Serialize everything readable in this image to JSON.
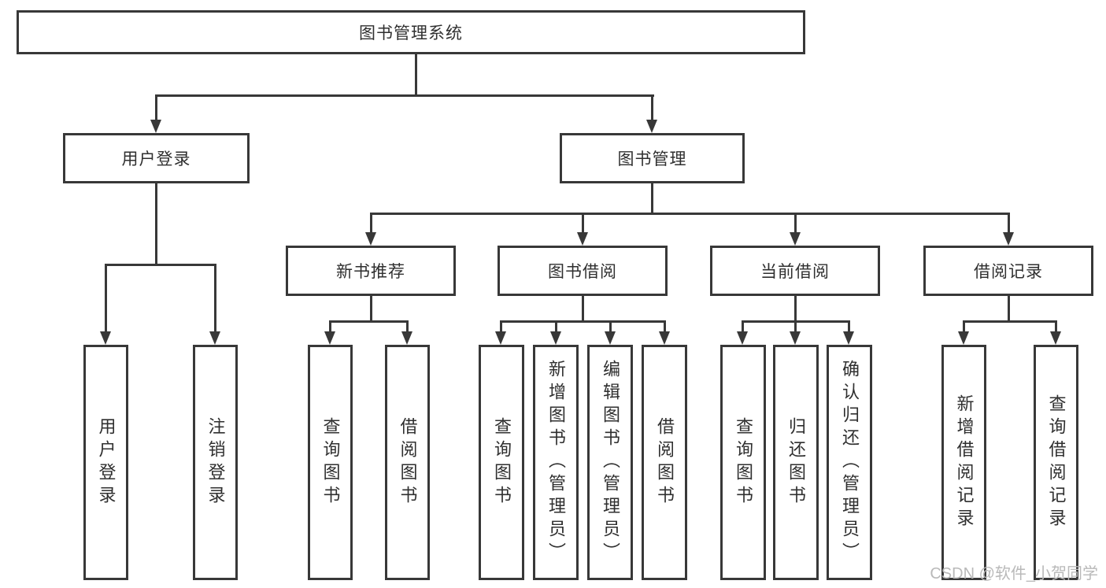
{
  "colors": {
    "line": "#383838",
    "box_border": "#383838",
    "text": "#2f2f2f",
    "watermark": "#b9b9b9",
    "background": "#ffffff"
  },
  "tree": {
    "root": {
      "label": "图书管理系统"
    },
    "branches": [
      {
        "label": "用户登录",
        "leaves": [
          {
            "label": "用户登录"
          },
          {
            "label": "注销登录"
          }
        ]
      },
      {
        "label": "图书管理",
        "children": [
          {
            "label": "新书推荐",
            "leaves": [
              {
                "label": "查询图书"
              },
              {
                "label": "借阅图书"
              }
            ]
          },
          {
            "label": "图书借阅",
            "leaves": [
              {
                "label": "查询图书"
              },
              {
                "label": "新增图书（管理员）"
              },
              {
                "label": "编辑图书（管理员）"
              },
              {
                "label": "借阅图书"
              }
            ]
          },
          {
            "label": "当前借阅",
            "leaves": [
              {
                "label": "查询图书"
              },
              {
                "label": "归还图书"
              },
              {
                "label": "确认归还（管理员）"
              }
            ]
          },
          {
            "label": "借阅记录",
            "leaves": [
              {
                "label": "新增借阅记录"
              },
              {
                "label": "查询借阅记录"
              }
            ]
          }
        ]
      }
    ]
  },
  "watermark": {
    "text": "CSDN @软件_小贺同学"
  }
}
